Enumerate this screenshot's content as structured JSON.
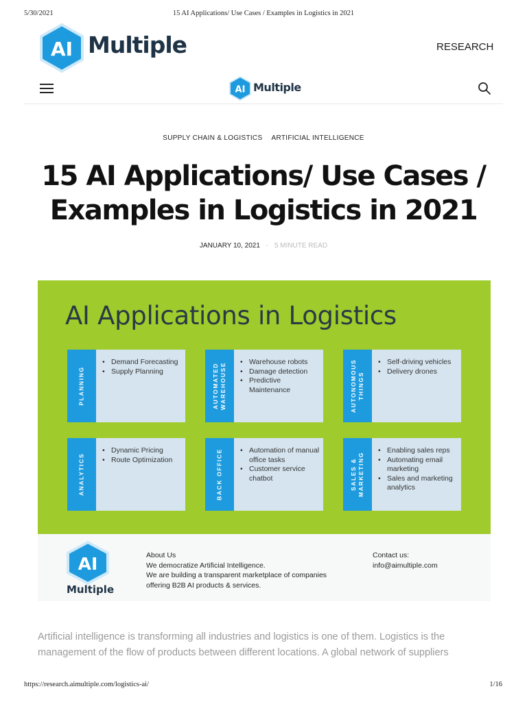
{
  "print_header": {
    "date": "5/30/2021",
    "title": "15 AI Applications/ Use Cases / Examples in Logistics in 2021"
  },
  "print_footer": {
    "url": "https://research.aimultiple.com/logistics-ai/",
    "page": "1/16"
  },
  "brand": {
    "mark": "AI",
    "name": "Multiple"
  },
  "nav": {
    "research_label": "RESEARCH"
  },
  "categories": [
    "SUPPLY CHAIN & LOGISTICS",
    "ARTIFICIAL INTELLIGENCE"
  ],
  "post": {
    "title": "15 AI Applications/ Use Cases / Examples in Logistics in 2021",
    "date": "JANUARY 10, 2021",
    "separator": "-",
    "read_time": "5 MINUTE READ",
    "intro": "Artificial intelligence is transforming all industries and logistics is one of them. Logistics is the management of the flow of products between different locations. A global network of suppliers"
  },
  "infographic": {
    "title": "AI Applications in Logistics",
    "cards": [
      {
        "label": "PLANNING",
        "items": [
          "Demand Forecasting",
          "Supply Planning"
        ]
      },
      {
        "label": "AUTOMATED\nWAREHOUSE",
        "items": [
          "Warehouse robots",
          "Damage detection",
          "Predictive Maintenance"
        ]
      },
      {
        "label": "AUTONOMOUS\nTHINGS",
        "items": [
          "Self-driving vehicles",
          "Delivery drones"
        ]
      },
      {
        "label": "ANALYTICS",
        "items": [
          "Dynamic Pricing",
          "Route Optimization"
        ]
      },
      {
        "label": "BACK OFFICE",
        "items": [
          "Automation of manual office tasks",
          "Customer service chatbot"
        ]
      },
      {
        "label": "SALES &\nMARKETING",
        "items": [
          "Enabling sales reps",
          "Automating email marketing",
          "Sales and marketing analytics"
        ]
      }
    ],
    "footer": {
      "about_heading": "About Us",
      "about_line1": "We democratize Artificial Intelligence.",
      "about_line2": "We are building a transparent marketplace of companies",
      "about_line3": "offering B2B AI products & services.",
      "contact_heading": "Contact us:",
      "contact_email": "info@aimultiple.com"
    }
  },
  "colors": {
    "accent_blue": "#1e9bde",
    "brand_navy": "#1f3346",
    "infographic_green": "#9fcb2c",
    "card_bg": "#d5e4ef"
  },
  "icons": {
    "menu": "hamburger-icon",
    "search": "search-icon"
  }
}
